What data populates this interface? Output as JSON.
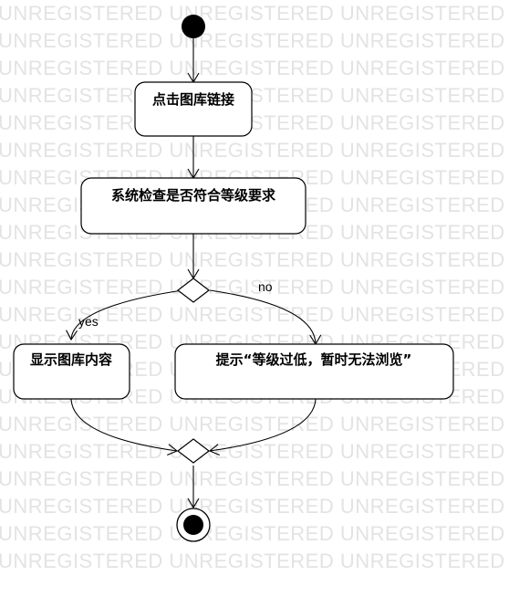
{
  "watermark": {
    "text": "UNREGISTERED UNREGISTERED UNREGISTERED UNREGISTERED"
  },
  "diagram": {
    "nodes": {
      "click_gallery_link": "点击图库链接",
      "system_check_level": "系统检查是否符合等级要求",
      "show_gallery_content": "显示图库内容",
      "prompt_level_too_low": "提示“等级过低，暂时无法浏览”"
    },
    "guards": {
      "yes": "yes",
      "no": "no"
    }
  },
  "colors": {
    "stroke": "#000000",
    "fill": "#ffffff",
    "watermark": "#e3e3e3"
  }
}
